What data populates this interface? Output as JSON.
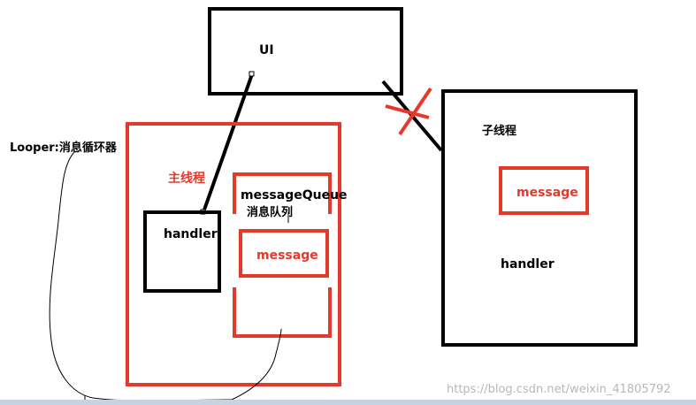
{
  "diagram": {
    "ui_box": {
      "label": "UI"
    },
    "main_thread": {
      "label": "主线程",
      "handler_label": "handler",
      "queue_title": "messageQueue",
      "queue_subtitle": "消息队列",
      "message_label": "message"
    },
    "child_thread": {
      "label": "子线程",
      "message_label": "message",
      "handler_label": "handler"
    },
    "looper_label": "Looper:消息循环器",
    "watermark": "https://blog.csdn.net/weixin_41805792"
  },
  "colors": {
    "black": "#000000",
    "red": "#e53a2b",
    "watermark": "#b8b8b8",
    "bar": "#c8d3df"
  }
}
